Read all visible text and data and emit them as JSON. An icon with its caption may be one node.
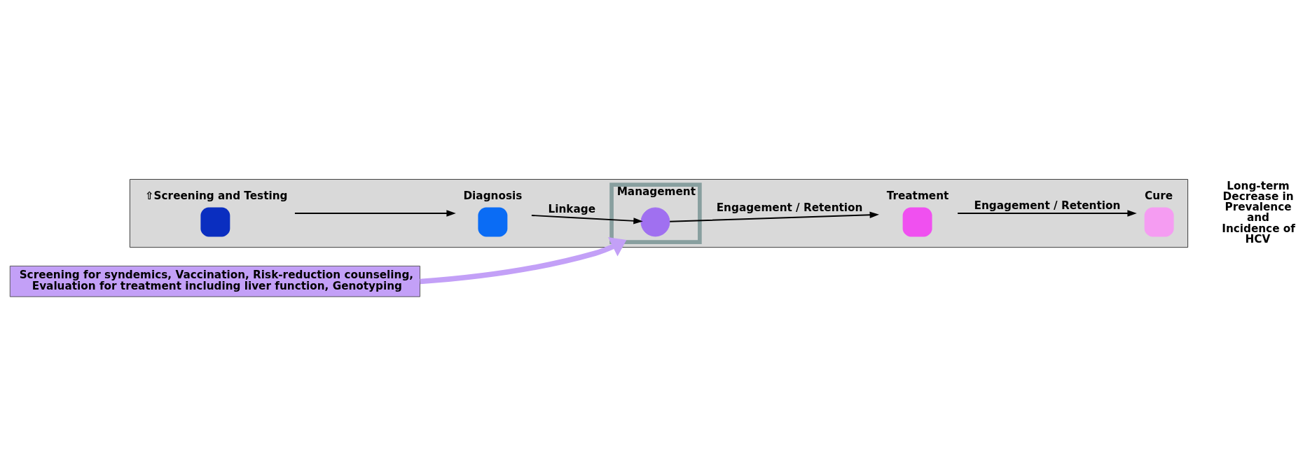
{
  "diagram": {
    "nodes": [
      {
        "text": [],
        "shape": "arrow"
      },
      {
        "text": [
          "⇧Screening and Testing"
        ],
        "in": 0
      },
      {
        "text": [
          "Diagnosis"
        ],
        "in": 0
      },
      {
        "text": [
          "Management"
        ],
        "in": 0
      },
      {
        "text": [],
        "shape": "circle",
        "in": 3
      },
      {
        "text": [
          "Treatment"
        ],
        "in": 0
      },
      {
        "text": [
          "Cure"
        ],
        "in": 0
      },
      {
        "text": [
          "Screening for syndemics, Vaccination, Risk-reduction counseling, Evaluation for treatment including liver function, Genotyping"
        ]
      }
    ],
    "edges": [
      {
        "from": 1,
        "to": 2,
        "arrow": "to"
      },
      {
        "from": 2,
        "to": 4,
        "arrow": "to",
        "label": "Linkage"
      },
      {
        "from": 4,
        "to": 5,
        "arrow": "to",
        "label": "Engagement / Retention"
      },
      {
        "from": 5,
        "to": 6,
        "arrow": "to",
        "label": "Engagement / Retention"
      },
      {
        "from": 7,
        "to": 3,
        "arrow": "to",
        "style": "thick",
        "color": "#c3a0f7"
      }
    ],
    "labels": [
      "Long-term Decrease in Prevalence and Incidence of HCV"
    ]
  }
}
